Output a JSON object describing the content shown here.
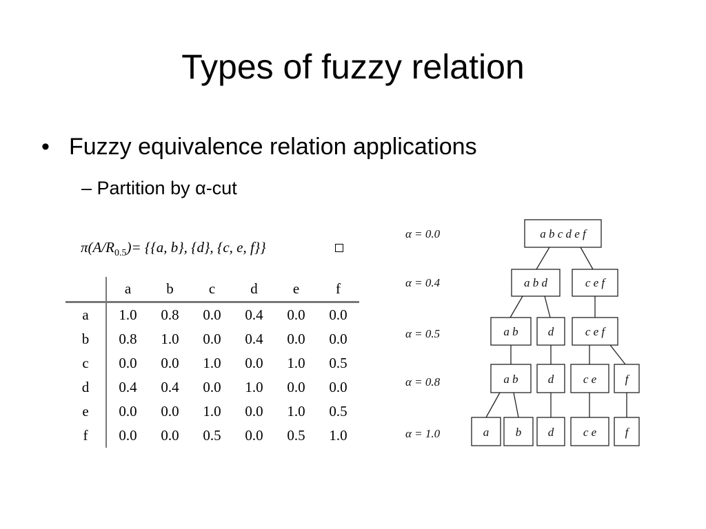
{
  "slide": {
    "title": "Types of fuzzy relation",
    "bullet": "Fuzzy equivalence relation applications",
    "sub_bullet": "– Partition by α-cut",
    "bullet_glyph": "•"
  },
  "partition": {
    "lhs_pre": "π(A/R",
    "lhs_sub": "0.5",
    "rhs": ")= {{a, b}, {d}, {c, e, f}}"
  },
  "matrix": {
    "columns": [
      "a",
      "b",
      "c",
      "d",
      "e",
      "f"
    ],
    "rows": [
      {
        "label": "a",
        "values": [
          "1.0",
          "0.8",
          "0.0",
          "0.4",
          "0.0",
          "0.0"
        ]
      },
      {
        "label": "b",
        "values": [
          "0.8",
          "1.0",
          "0.0",
          "0.4",
          "0.0",
          "0.0"
        ]
      },
      {
        "label": "c",
        "values": [
          "0.0",
          "0.0",
          "1.0",
          "0.0",
          "1.0",
          "0.5"
        ]
      },
      {
        "label": "d",
        "values": [
          "0.4",
          "0.4",
          "0.0",
          "1.0",
          "0.0",
          "0.0"
        ]
      },
      {
        "label": "e",
        "values": [
          "0.0",
          "0.0",
          "1.0",
          "0.0",
          "1.0",
          "0.5"
        ]
      },
      {
        "label": "f",
        "values": [
          "0.0",
          "0.0",
          "0.5",
          "0.0",
          "0.5",
          "1.0"
        ]
      }
    ]
  },
  "tree": {
    "levels": [
      "α = 0.0",
      "α = 0.4",
      "α = 0.5",
      "α = 0.8",
      "α = 1.0"
    ],
    "nodes": {
      "l0": [
        "a b c d e f"
      ],
      "l1": [
        "a b d",
        "c e f"
      ],
      "l2": [
        "a b",
        "d",
        "c e f"
      ],
      "l3": [
        "a b",
        "d",
        "c e",
        "f"
      ],
      "l4": [
        "a",
        "b",
        "d",
        "c e",
        "f"
      ]
    }
  }
}
